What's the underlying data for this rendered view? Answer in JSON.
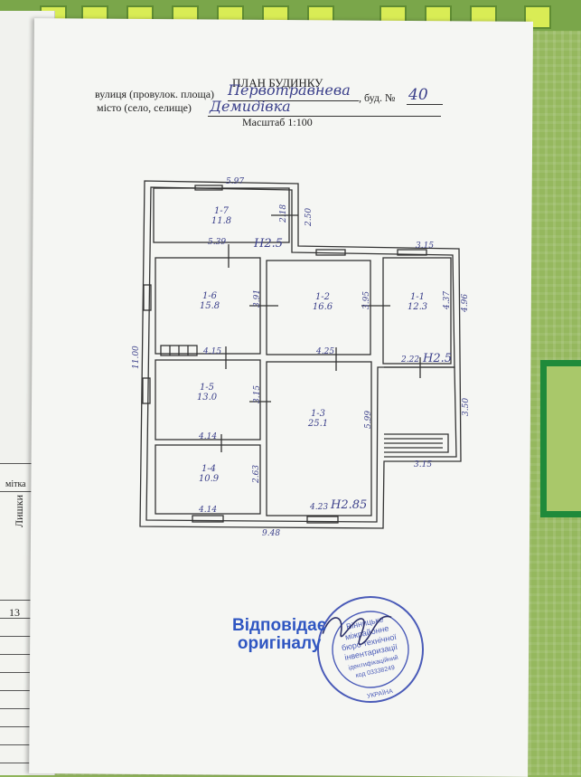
{
  "document": {
    "title": "ПЛАН БУДИНКУ",
    "street_label": "вулиця (провулок. площа)",
    "street_value": "Первотравнева",
    "house_label": ", буд. №",
    "house_value": "40",
    "city_label": "місто (село, селище)",
    "city_value": "Демидівка",
    "scale": "Масштаб 1:100"
  },
  "plan": {
    "dims": {
      "top_width": "5.97",
      "annex_height": "2.50",
      "annex_inner": "2.18",
      "left_height": "11.00",
      "bottom_width": "9.48",
      "r16_top": "5.39",
      "r16_h": "3.91",
      "r12_h": "3.95",
      "r11_top": "3.15",
      "r11_h_in": "4.37",
      "r11_h_out": "4.96",
      "r11_bottom": "2.22",
      "porch_h": "3.50",
      "porch_w": "3.15",
      "r15_top": "4.15",
      "r15_h": "3.15",
      "r13_top": "4.25",
      "r13_h": "5.99",
      "r14_top": "4.14",
      "r14_h": "2.63",
      "r14_bottom": "4.14",
      "r13_bottom": "4.23",
      "height_1": "Н2.5",
      "height_2": "Н2.5",
      "height_3": "Н2.85"
    },
    "rooms": [
      {
        "id": "1-7",
        "area": "11.8"
      },
      {
        "id": "1-6",
        "area": "15.8"
      },
      {
        "id": "1-2",
        "area": "16.6"
      },
      {
        "id": "1-1",
        "area": "12.3"
      },
      {
        "id": "1-5",
        "area": "13.0"
      },
      {
        "id": "1-3",
        "area": "25.1"
      },
      {
        "id": "1-4",
        "area": "10.9"
      }
    ]
  },
  "side_table": {
    "header": "мітка",
    "label": "Лишки",
    "number": "13"
  },
  "stamp": {
    "line1": "Відповідає",
    "line2": "оригіналу",
    "seal_line1": "Вінницьке",
    "seal_line2": "міжрайонне",
    "seal_line3": "бюро технічної",
    "seal_line4": "інвентаризації",
    "seal_line5": "ідентифікаційний",
    "seal_line6": "код 03338249",
    "seal_country": "УКРАЇНА"
  }
}
